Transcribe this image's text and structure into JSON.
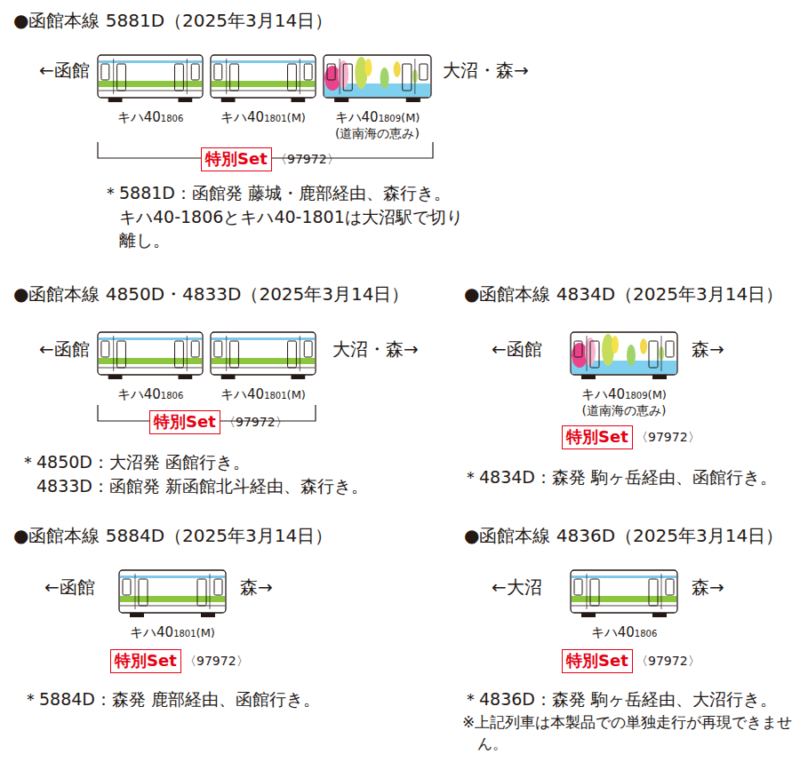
{
  "diagram": {
    "nodes": [
      {
        "text": [
          "キハ40",
          "1806"
        ]
      },
      {
        "text": [
          "キハ40",
          "1801",
          "(M)"
        ]
      },
      {
        "text": [
          "キハ40",
          "1809",
          "(M)",
          "(道南海の恵み)"
        ]
      },
      {
        "text": [
          "特別Set"
        ]
      },
      {
        "text": [
          "キハ40",
          "1806"
        ]
      },
      {
        "text": [
          "キハ40",
          "1801",
          "(M)"
        ]
      },
      {
        "text": [
          "特別Set"
        ]
      },
      {
        "text": [
          "キハ40",
          "1809",
          "(M)",
          "(道南海の恵み)"
        ]
      },
      {
        "text": [
          "特別Set"
        ]
      },
      {
        "text": [
          "キハ40",
          "1801",
          "(M)"
        ]
      },
      {
        "text": [
          "特別Set"
        ]
      },
      {
        "text": [
          "キハ40",
          "1806"
        ]
      },
      {
        "text": [
          "特別Set"
        ]
      }
    ],
    "labels": [
      "●函館本線 5881D（2025年3月14日）",
      "←函館",
      "大沼・森→",
      "〈97972〉",
      "＊5881D：函館発 藤城・鹿部経由、森行き。キハ40-1806とキハ40-1801は大沼駅で切り離し。",
      "●函館本線 4850D・4833D（2025年3月14日）",
      "←函館",
      "大沼・森→",
      "〈97972〉",
      "＊4850D：大沼発 函館行き。",
      "4833D：函館発 新函館北斗経由、森行き。",
      "●函館本線 4834D（2025年3月14日）",
      "←函館",
      "森→",
      "〈97972〉",
      "＊4834D：森発 駒ヶ岳経由、函館行き。",
      "●函館本線 5884D（2025年3月14日）",
      "←函館",
      "森→",
      "〈97972〉",
      "＊5884D：森発 鹿部経由、函館行き。",
      "●函館本線 4836D（2025年3月14日）",
      "←大沼",
      "森→",
      "〈97972〉",
      "＊4836D：森発 駒ヶ岳経由、大沼行き。",
      "※上記列車は本製品での単独走行が再現できません。"
    ]
  }
}
